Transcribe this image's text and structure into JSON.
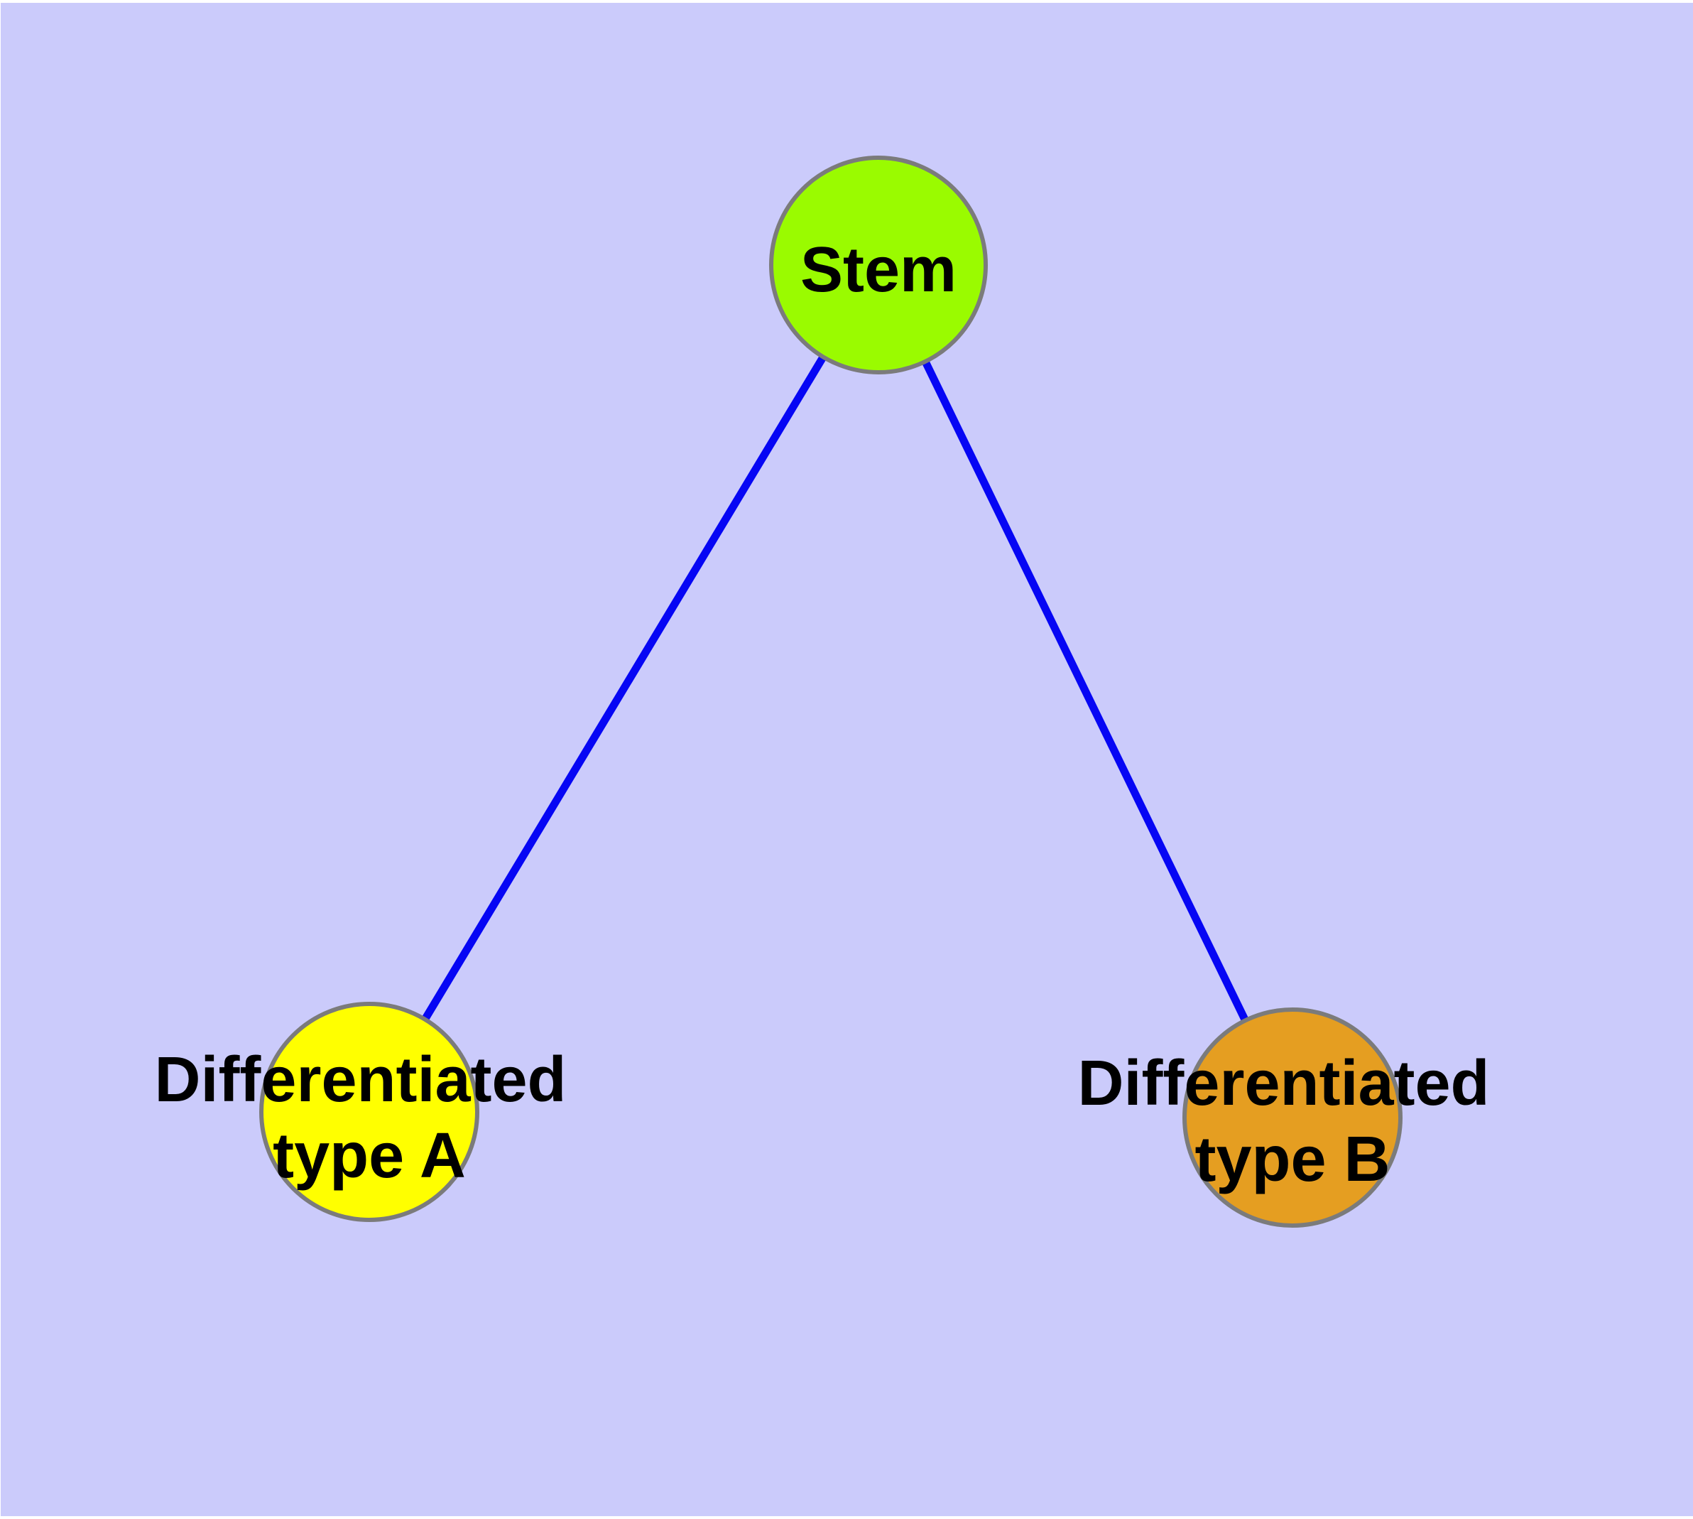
{
  "diagram": {
    "background_color": "#cbcbfb",
    "text_color": "#000000",
    "node_border_color": "#7b7b7b",
    "nodes": [
      {
        "id": "stem",
        "label": "Stem",
        "fill": "#9afb00"
      },
      {
        "id": "differentiated-type-a",
        "label_line1": "Differentiated",
        "label_line2": "type A",
        "fill": "#ffff00"
      },
      {
        "id": "differentiated-type-b",
        "label_line1": "Differentiated",
        "label_line2": "type B",
        "fill": "#e59e21"
      }
    ],
    "edges": [
      {
        "from": "stem",
        "to": "differentiated-type-a",
        "color": "#0606f4"
      },
      {
        "from": "stem",
        "to": "differentiated-type-b",
        "color": "#0606f4"
      }
    ]
  }
}
